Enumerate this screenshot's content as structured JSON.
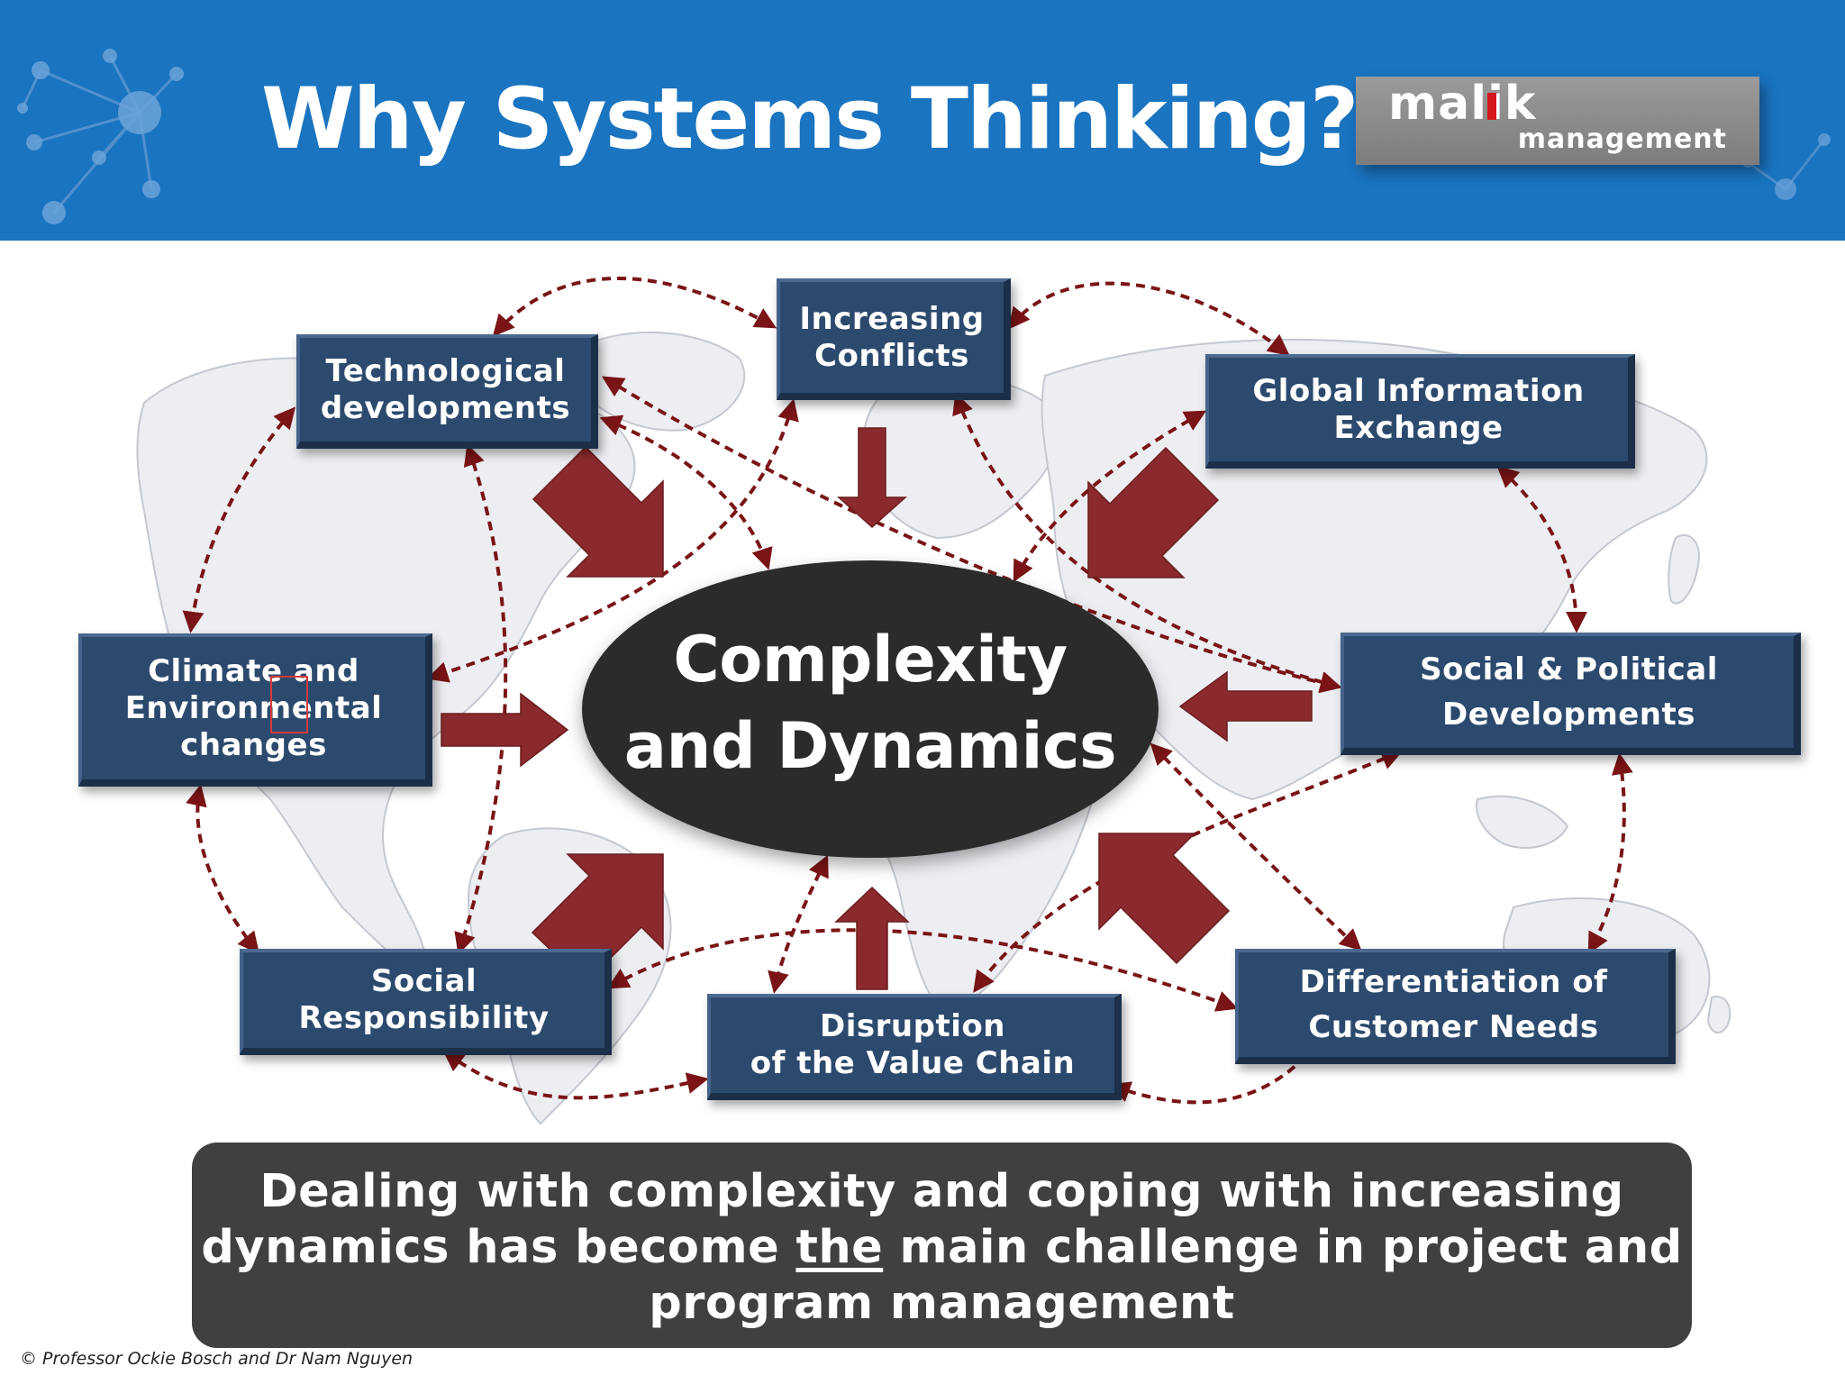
{
  "header": {
    "title": "Why Systems Thinking?",
    "logo_main": "malik",
    "logo_sub": "management"
  },
  "diagram": {
    "center": {
      "line1": "Complexity",
      "line2": "and Dynamics"
    },
    "nodes": {
      "technological": "Technological\ndevelopments",
      "conflicts": "Increasing\nConflicts",
      "global_info": "Global Information\nExchange",
      "climate": "Climate and\nEnvironmental\nchanges",
      "social_political": "Social & Political\nDevelopments",
      "social_responsibility": "Social\nResponsibility",
      "disruption": "Disruption\nof the Value Chain",
      "differentiation": "Differentiation of\nCustomer Needs"
    }
  },
  "conclusion": {
    "part1": "Dealing with complexity and coping with increasing dynamics has become ",
    "emphasis": "the",
    "part2": " main challenge in project and program management"
  },
  "footer": {
    "copyright": "© Professor Ockie Bosch and Dr Nam Nguyen"
  },
  "colors": {
    "header_bg": "#1a74c0",
    "node_bg": "#2c4a6e",
    "center_bg": "#2b2b2b",
    "arrow": "#8b2a2e",
    "dashed_arrow": "#7a1416",
    "conclusion_bg": "#404040"
  }
}
